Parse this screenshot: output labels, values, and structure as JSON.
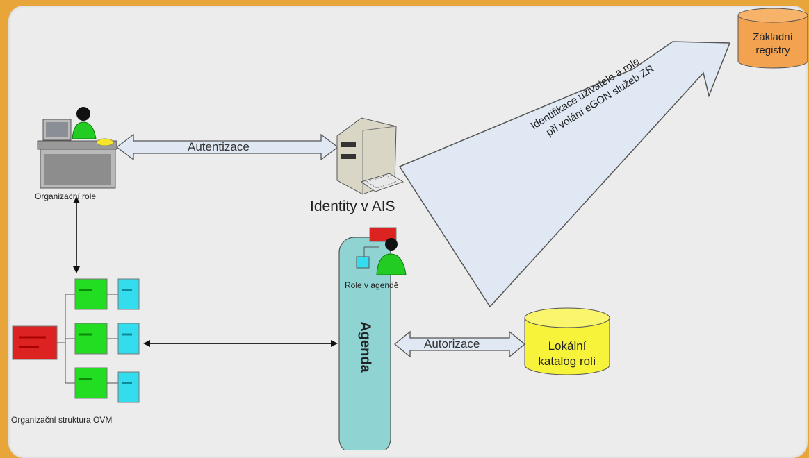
{
  "nodes": {
    "org_role": "Organizační role",
    "identity_ais": "Identity v AIS",
    "zakladni_line1": "Základní",
    "zakladni_line2": "registry",
    "role_v_agende": "Role v agendě",
    "agenda": "Agenda",
    "lokalni_line1": "Lokální",
    "lokalni_line2": "katalog rolí",
    "org_struktura": "Organizační struktura OVM"
  },
  "edges": {
    "autentizace": "Autentizace",
    "autorizace": "Autorizace",
    "identifikace_line1": "Identifikace uživatele a role",
    "identifikace_line2": "při volání eGON služeb ZR"
  },
  "colors": {
    "background": "#e8a63a",
    "panel": "#ececec",
    "cylinder_orange": "#f3a24f",
    "cylinder_yellow": "#f7f23a",
    "agenda_fill": "#8fd3d3",
    "green_box": "#22dd22",
    "cyan_box": "#33ddee",
    "red_box": "#dd2222",
    "arrow_fill": "#dfe8f3"
  }
}
